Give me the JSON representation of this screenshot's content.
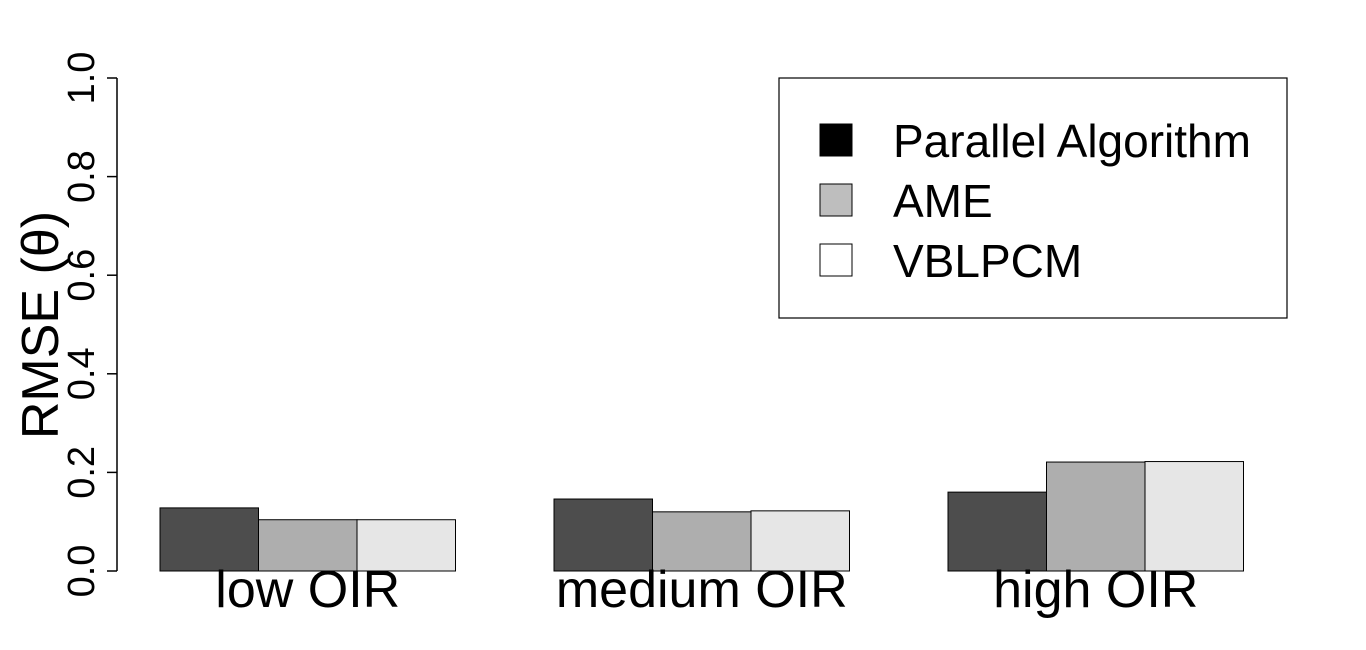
{
  "chart_data": {
    "type": "bar",
    "ylabel": "RMSE (θ)",
    "ylim": [
      0,
      1
    ],
    "yticks": [
      0.0,
      0.2,
      0.4,
      0.6,
      0.8,
      1.0
    ],
    "ytick_labels": [
      "0.0",
      "0.2",
      "0.4",
      "0.6",
      "0.8",
      "1.0"
    ],
    "categories": [
      "low OIR",
      "medium OIR",
      "high OIR"
    ],
    "series": [
      {
        "name": "Parallel Algorithm",
        "color": "#4d4d4d",
        "legend_color": "#000000",
        "values": [
          0.128,
          0.146,
          0.16
        ]
      },
      {
        "name": "AME",
        "color": "#aeaeae",
        "legend_color": "#bebebe",
        "values": [
          0.104,
          0.12,
          0.221
        ]
      },
      {
        "name": "VBLPCM",
        "color": "#e6e6e6",
        "legend_color": "#ffffff",
        "values": [
          0.104,
          0.122,
          0.222
        ]
      }
    ],
    "legend_position": "top-right",
    "grid": false
  }
}
